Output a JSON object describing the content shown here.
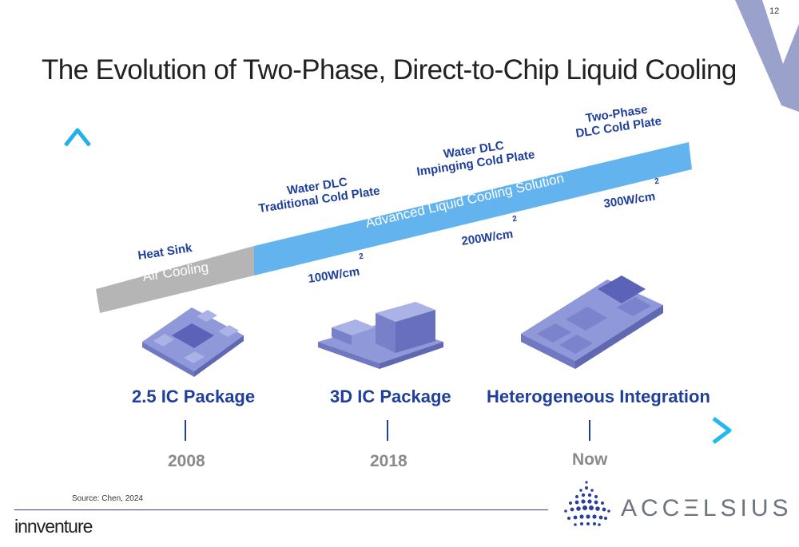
{
  "slide": {
    "number": "12",
    "title": "The Evolution of Two-Phase, Direct-to-Chip Liquid Cooling"
  },
  "bands": {
    "air": "Air Cooling",
    "liquid": "Advanced Liquid Cooling Solution"
  },
  "stages": [
    {
      "line1": "Heat Sink",
      "line2": ""
    },
    {
      "line1": "Water DLC",
      "line2": "Traditional Cold Plate"
    },
    {
      "line1": "Water DLC",
      "line2": "Impinging Cold Plate"
    },
    {
      "line1": "Two-Phase",
      "line2": "DLC Cold Plate"
    }
  ],
  "power": [
    {
      "value": "100W/cm",
      "exp": "2"
    },
    {
      "value": "200W/cm",
      "exp": "2"
    },
    {
      "value": "300W/cm",
      "exp": "2"
    }
  ],
  "packages": [
    "2.5 IC Package",
    "3D IC Package",
    "Heterogeneous Integration"
  ],
  "timeline": [
    "2008",
    "2018",
    "Now"
  ],
  "footer": {
    "source": "Source: Chen, 2024",
    "left_logo": "innventure",
    "right_logo": "ACCΞLSIUS"
  },
  "colors": {
    "accent_blue": "#1f3f9a",
    "band_blue": "#62b3ee",
    "band_gray": "#b5b5b5",
    "logo_v": "#9aa2cc"
  }
}
